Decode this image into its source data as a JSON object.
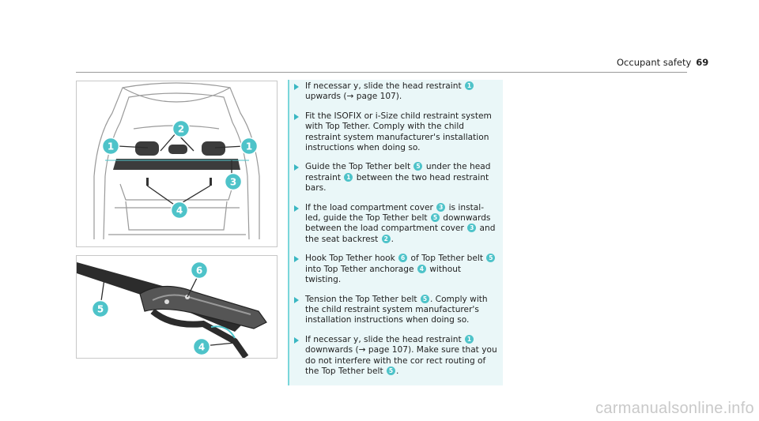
{
  "header": {
    "title": "Occupant safety",
    "page_number": "69"
  },
  "figure1": {
    "callouts": [
      "1",
      "2",
      "1",
      "3",
      "4"
    ]
  },
  "figure2": {
    "callouts": [
      "6",
      "5",
      "4"
    ]
  },
  "steps": [
    {
      "segments": [
        {
          "t": "If necessar y, slide the head restraint "
        },
        {
          "b": "1"
        },
        {
          "t": " upwards (→ page 107)."
        }
      ]
    },
    {
      "segments": [
        {
          "t": "Fit the ISOFIX or i-Size child restraint system with Top Tether. Comply with the child restraint system manufacturer's installation instructions when doing so."
        }
      ]
    },
    {
      "segments": [
        {
          "t": "Guide the Top Tether belt "
        },
        {
          "b": "5"
        },
        {
          "t": " under the head restraint "
        },
        {
          "b": "1"
        },
        {
          "t": " between the two head restraint bars."
        }
      ]
    },
    {
      "segments": [
        {
          "t": "If the load compartment cover "
        },
        {
          "b": "3"
        },
        {
          "t": " is instal- led, guide the Top Tether belt "
        },
        {
          "b": "5"
        },
        {
          "t": " downwards between the load compartment cover "
        },
        {
          "b": "3"
        },
        {
          "t": " and the seat backrest "
        },
        {
          "b": "2"
        },
        {
          "t": "."
        }
      ]
    },
    {
      "segments": [
        {
          "t": "Hook Top Tether hook "
        },
        {
          "b": "6"
        },
        {
          "t": " of Top Tether belt "
        },
        {
          "b": "5"
        },
        {
          "t": " into Top Tether anchorage "
        },
        {
          "b": "4"
        },
        {
          "t": " without twisting."
        }
      ]
    },
    {
      "segments": [
        {
          "t": "Tension the Top Tether belt "
        },
        {
          "b": "5"
        },
        {
          "t": ". Comply with the child restraint system manufacturer's installation instructions when doing so."
        }
      ]
    },
    {
      "segments": [
        {
          "t": "If necessar y, slide the head restraint "
        },
        {
          "b": "1"
        },
        {
          "t": " downwards (→ page 107). Make sure that you do not interfere with the cor rect routing of the Top Tether belt "
        },
        {
          "b": "5"
        },
        {
          "t": "."
        }
      ]
    }
  ],
  "watermark": "carmanualsonline.info",
  "colors": {
    "accent": "#4ec3c9",
    "box_bg": "#eaf7f8",
    "rule": "#9a9a9a"
  }
}
